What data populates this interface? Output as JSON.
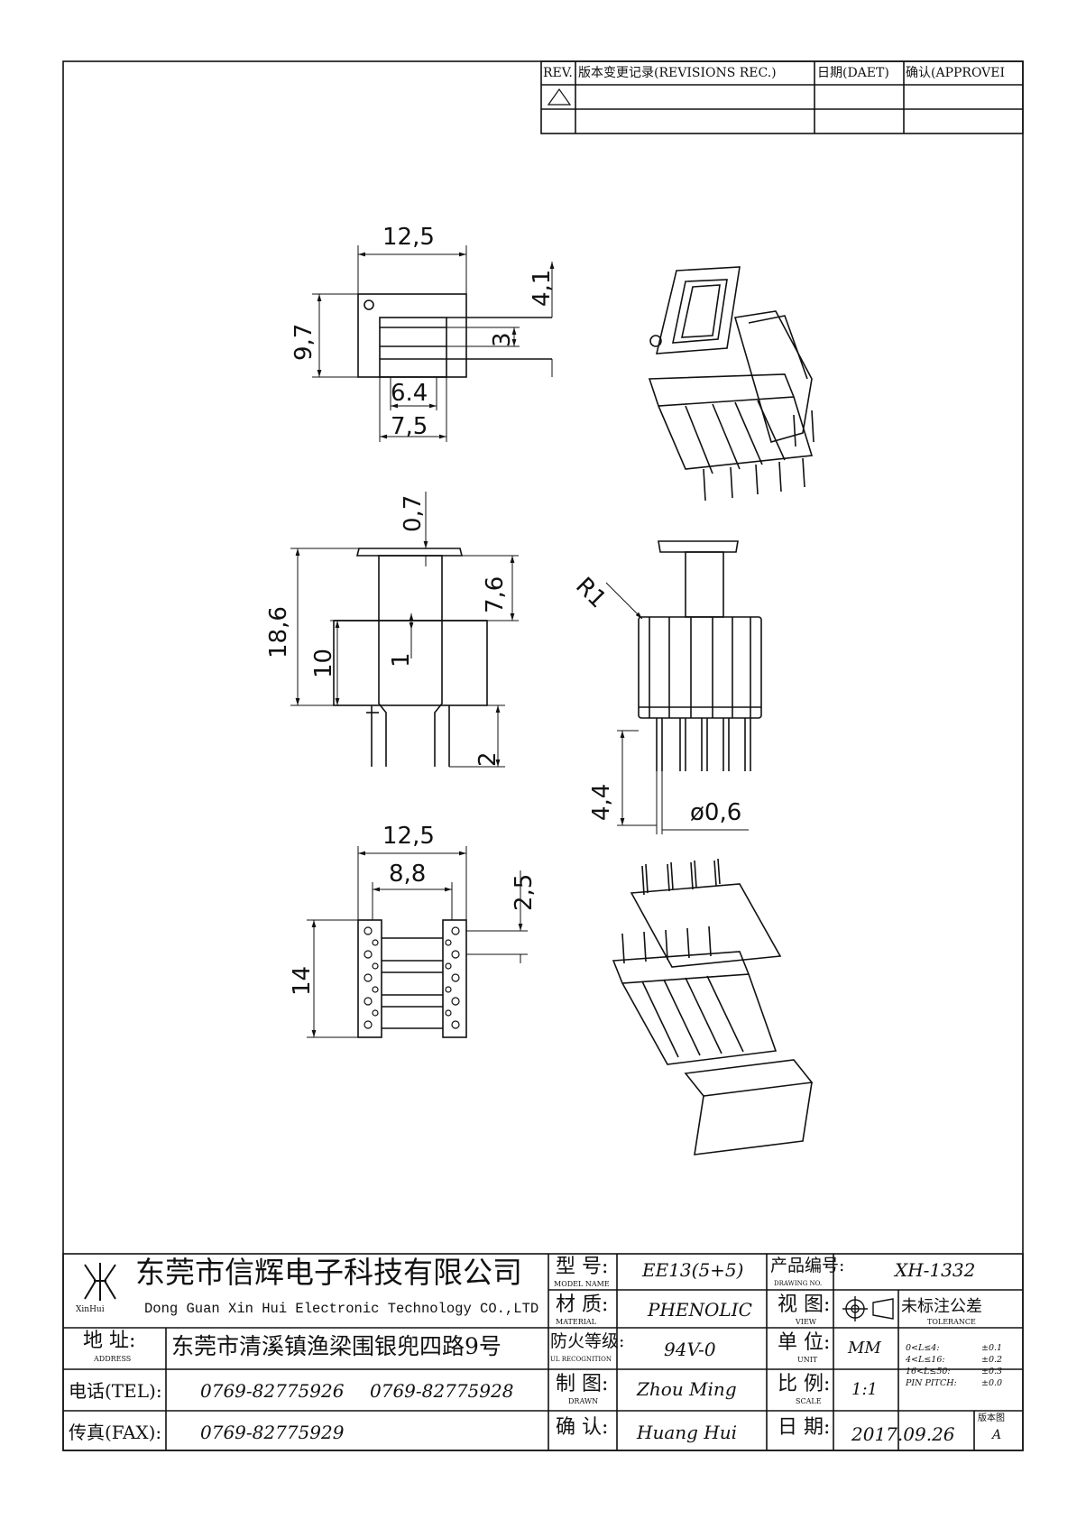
{
  "revision_table": {
    "headers": [
      "REV.",
      "版本变更记录(REVISIONS REC.)",
      "日期(DAET)",
      "确认(APPROVEI"
    ]
  },
  "dimensions": {
    "top_view": {
      "width": "12,5",
      "height": "9,7",
      "window_height": "4,1",
      "window": "3",
      "inner": "6.4",
      "outer": "7,5"
    },
    "front_view": {
      "flange": "0,7",
      "total_height": "18,6",
      "upper": "7,6",
      "leg": "10",
      "gap": "1",
      "pin": "2"
    },
    "side_view": {
      "radius": "R1",
      "pin_length": "4,4",
      "pin_dia": "ø0,6"
    },
    "bottom_view": {
      "width": "12,5",
      "inner": "8,8",
      "pitch": "2,5",
      "height": "14"
    }
  },
  "title_block": {
    "company_cn": "东莞市信辉电子科技有限公司",
    "company_en": "Dong Guan Xin Hui Electronic Technology CO.,LTD",
    "logo_text": "XinHui",
    "address_label": "地  址:",
    "address_label_en": "ADDRESS",
    "address": "东莞市清溪镇渔梁围银兜四路9号",
    "tel_label": "电话(TEL):",
    "tel1": "0769-82775926",
    "tel2": "0769-82775928",
    "fax_label": "传真(FAX):",
    "fax": "0769-82775929",
    "model_label": "型  号:",
    "model_label_en": "MODEL NAME",
    "model": "EE13(5+5)",
    "material_label": "材  质:",
    "material_label_en": "MATERIAL",
    "material": "PHENOLIC",
    "flame_label": "防火等级:",
    "flame_label_en": "UL RECOGNITION",
    "flame": "94V-0",
    "drawn_label": "制  图:",
    "drawn_label_en": "DRAWN",
    "drawn": "Zhou Ming",
    "confirm_label": "确  认:",
    "confirm": "Huang Hui",
    "drawing_no_label": "产品编号:",
    "drawing_no_label_en": "DRAWING NO.",
    "drawing_no": "XH-1332",
    "view_label": "视  图:",
    "view_label_en": "VIEW",
    "unit_label": "单  位:",
    "unit_label_en": "UNIT",
    "unit": "MM",
    "scale_label": "比  例:",
    "scale_label_en": "SCALE",
    "scale": "1:1",
    "date_label": "日  期:",
    "date": "2017.09.26",
    "tol_label": "未标注公差",
    "tol_label_en": "TOLERANCE",
    "tol_rows": [
      {
        "range": "0<L≤4:",
        "val": "±0.1"
      },
      {
        "range": "4<L≤16:",
        "val": "±0.2"
      },
      {
        "range": "16<L≤50:",
        "val": "±0.3"
      },
      {
        "range": "PIN PITCH:",
        "val": "±0.0"
      }
    ],
    "version_label": "版本图",
    "version": "A"
  }
}
